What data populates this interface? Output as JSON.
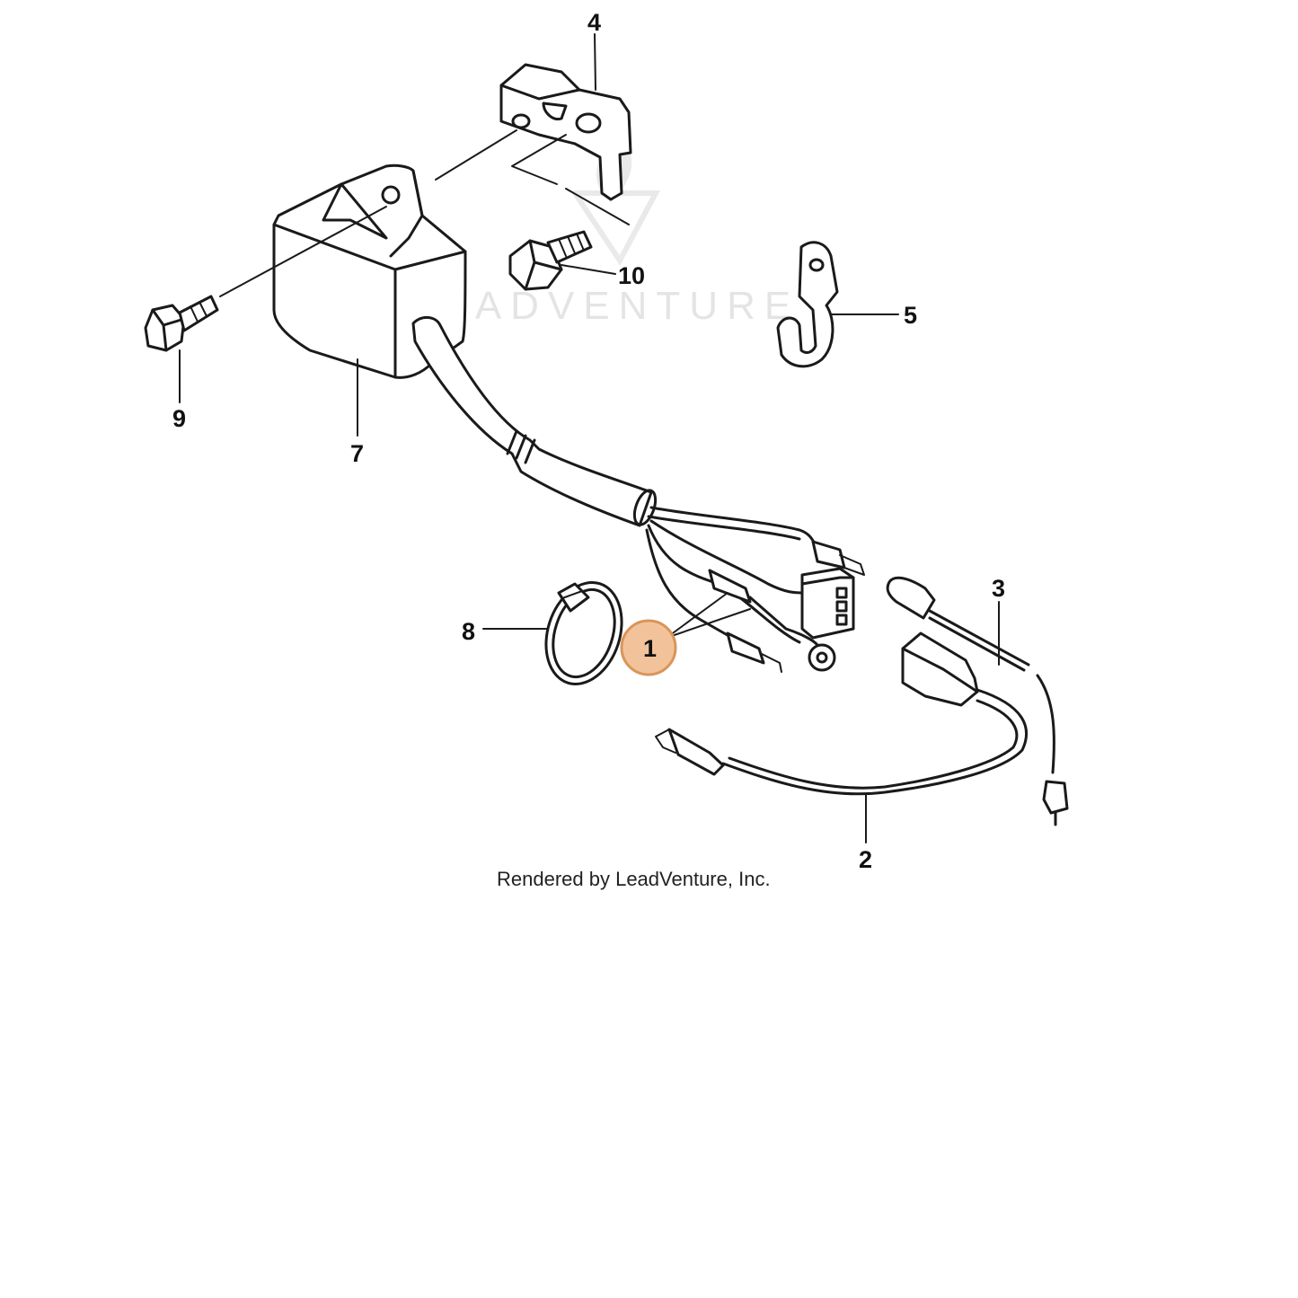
{
  "watermark": "LEADVENTURE",
  "credit": "Rendered by LeadVenture, Inc.",
  "callouts": {
    "c1": "1",
    "c2": "2",
    "c3": "3",
    "c4": "4",
    "c5": "5",
    "c7": "7",
    "c8": "8",
    "c9": "9",
    "c10": "10"
  },
  "colors": {
    "highlight_fill": "#f2c39a",
    "highlight_stroke": "#d9955a",
    "line": "#1a1a1a"
  }
}
